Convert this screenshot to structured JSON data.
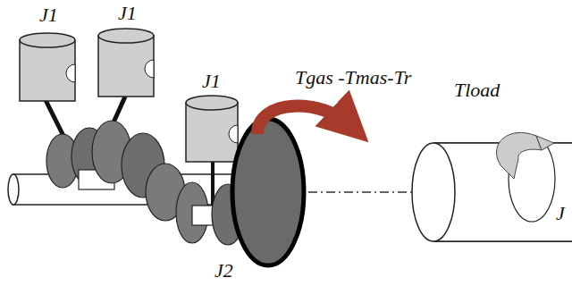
{
  "diagram": {
    "labels": [
      "J1",
      "J1",
      "J1",
      "Tgas -Tmas-Tr",
      "Tload",
      "J",
      "J2"
    ]
  }
}
